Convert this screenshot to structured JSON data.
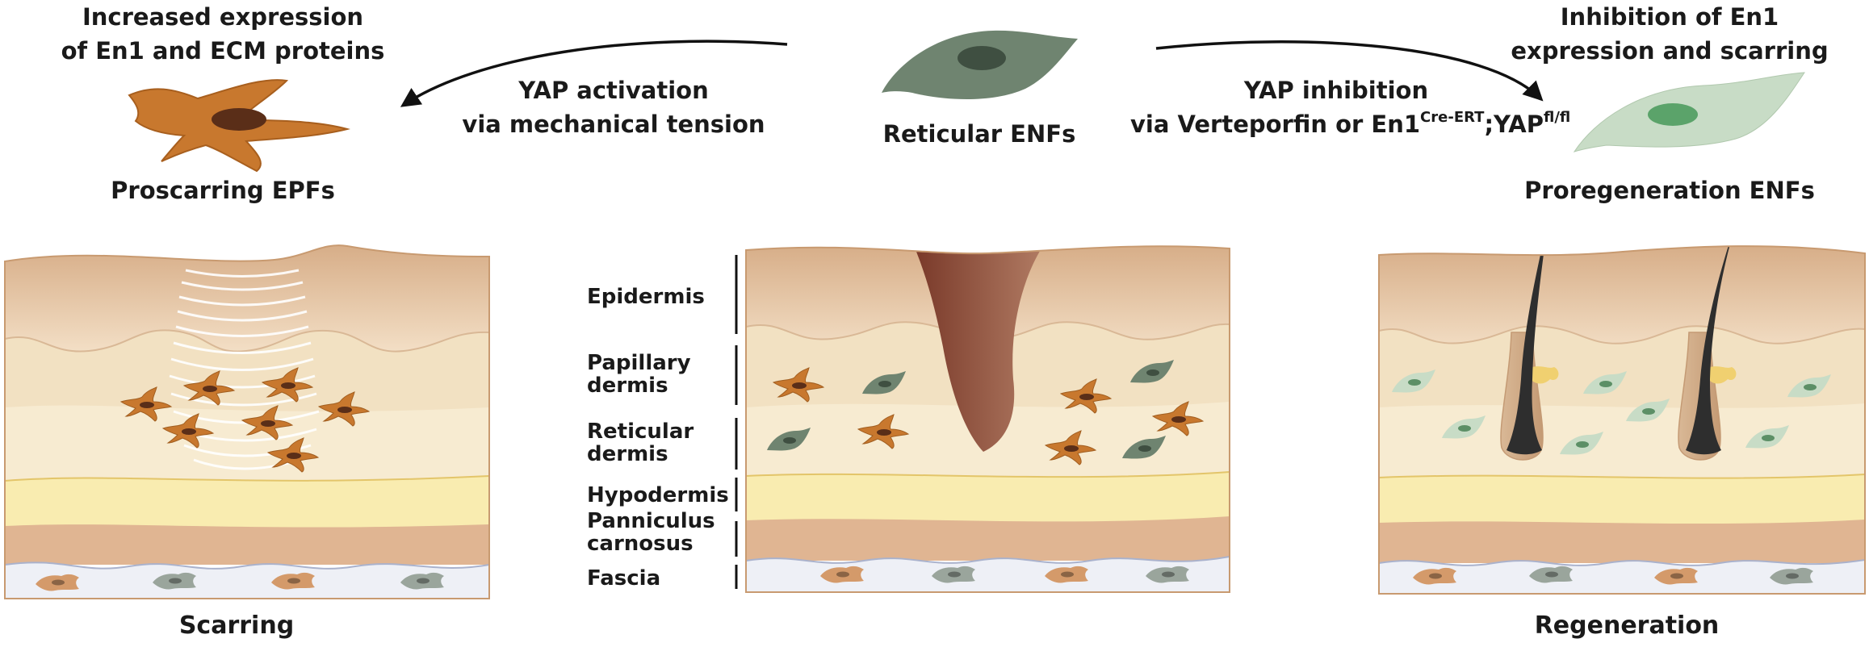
{
  "colors": {
    "epidermis_top": "#d3ae8c",
    "papillary": "#f0dfc0",
    "reticular": "#f5e8cc",
    "hypodermis": "#f9ecb0",
    "panniculus": "#e0b592",
    "fascia": "#eef0f6",
    "epf_cell": "#c8782e",
    "enf_cell": "#6f8470",
    "regen_cell": "#c8dcc6",
    "wound": "#8e4c3a",
    "hair": "#2e2e2e",
    "border": "#c89a70"
  },
  "top": {
    "left_heading": [
      "Increased expression",
      "of En1 and ECM proteins"
    ],
    "left_cell_caption": "Proscarring EPFs",
    "left_arrow_text": [
      "YAP activation",
      "via mechanical tension"
    ],
    "center_cell_caption": "Reticular ENFs",
    "right_arrow_line1": "YAP inhibition",
    "right_arrow_line2_prefix": "via Verteporfin or En1",
    "right_arrow_sup1": "Cre-ERT",
    "right_arrow_mid": ";YAP",
    "right_arrow_sup2": "fl/fl",
    "right_heading": [
      "Inhibition of En1",
      "expression and scarring"
    ],
    "right_cell_caption": "Proregeneration ENFs"
  },
  "layers": {
    "epidermis": "Epidermis",
    "papillary": [
      "Papillary",
      "dermis"
    ],
    "reticular": [
      "Reticular",
      "dermis"
    ],
    "hypodermis": "Hypodermis",
    "panniculus": [
      "Panniculus",
      "carnosus"
    ],
    "fascia": "Fascia"
  },
  "bottom": {
    "left_caption": "Scarring",
    "right_caption": "Regeneration"
  }
}
